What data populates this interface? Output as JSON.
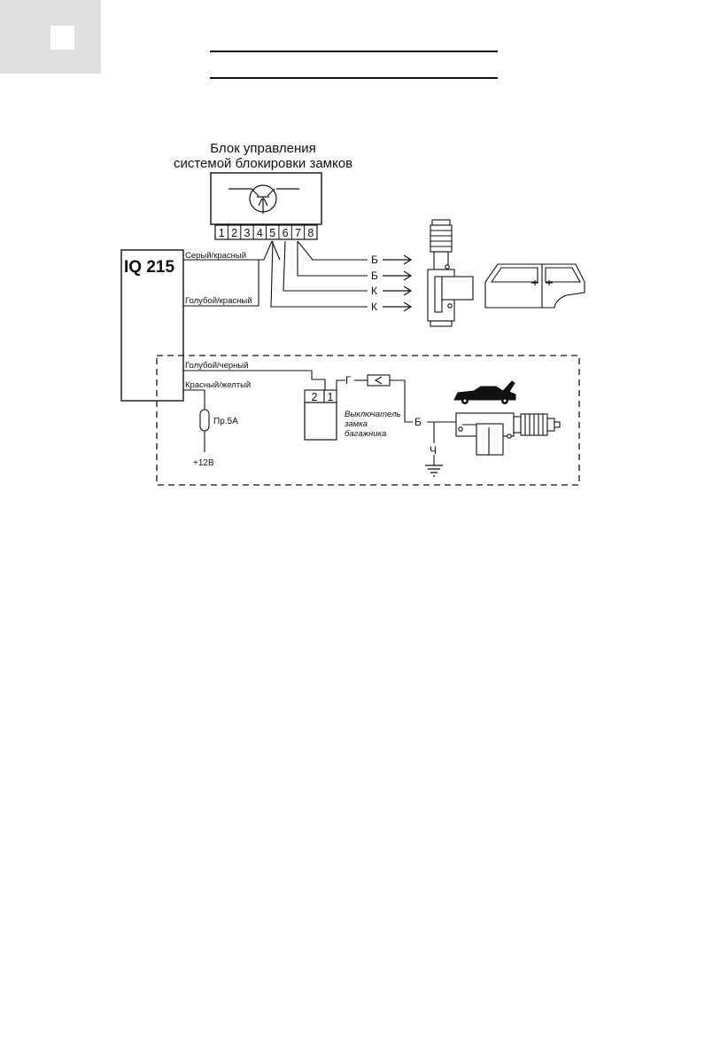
{
  "control_unit": {
    "title_line1": "Блок управления",
    "title_line2": "системой блокировки замков",
    "pins": [
      "1",
      "2",
      "3",
      "4",
      "5",
      "6",
      "7",
      "8"
    ]
  },
  "ecu": {
    "label": "IQ 215"
  },
  "wires": {
    "grey_red": "Серый/красный",
    "blue_red": "Голубой/красный",
    "blue_black": "Голубой/черный",
    "red_yellow": "Красный/желтый"
  },
  "outputs": [
    "Б",
    "Б",
    "К",
    "К"
  ],
  "fuse": {
    "label": "Пр.5А"
  },
  "power": {
    "label": "+12В"
  },
  "trunk_switch": {
    "pins": [
      "2",
      "1"
    ],
    "label_line1": "Выключатель",
    "label_line2": "замка",
    "label_line3": "багажника"
  },
  "wire_letters": {
    "g": "Г",
    "b": "Б",
    "ch": "Ч"
  }
}
